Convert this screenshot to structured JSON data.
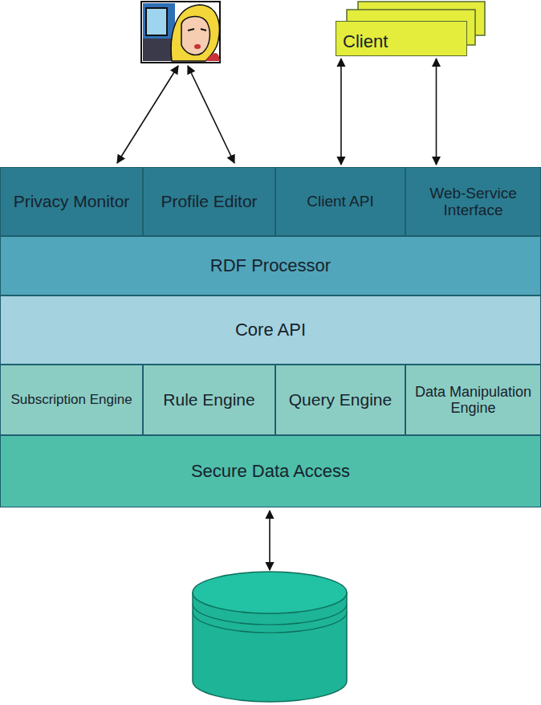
{
  "diagram": {
    "nodes": [
      {
        "text": [
          "Client"
        ]
      },
      {
        "text": [
          "Privacy Monitor"
        ]
      },
      {
        "text": [
          "Profile Editor"
        ]
      },
      {
        "text": [
          "Client API"
        ]
      },
      {
        "text": [
          "Web-Service Interface"
        ]
      },
      {
        "text": [
          "RDF Processor"
        ]
      },
      {
        "text": [
          "Core API"
        ]
      },
      {
        "text": [
          "Subscription Engine"
        ]
      },
      {
        "text": [
          "Rule Engine"
        ]
      },
      {
        "text": [
          "Query Engine"
        ]
      },
      {
        "text": [
          "Data Manipulation Engine"
        ]
      },
      {
        "text": [
          "Secure Data Access"
        ]
      }
    ],
    "edges": [
      {
        "from": 0,
        "to": 3,
        "arrow": "both"
      },
      {
        "from": 0,
        "to": 4,
        "arrow": "both"
      }
    ]
  }
}
